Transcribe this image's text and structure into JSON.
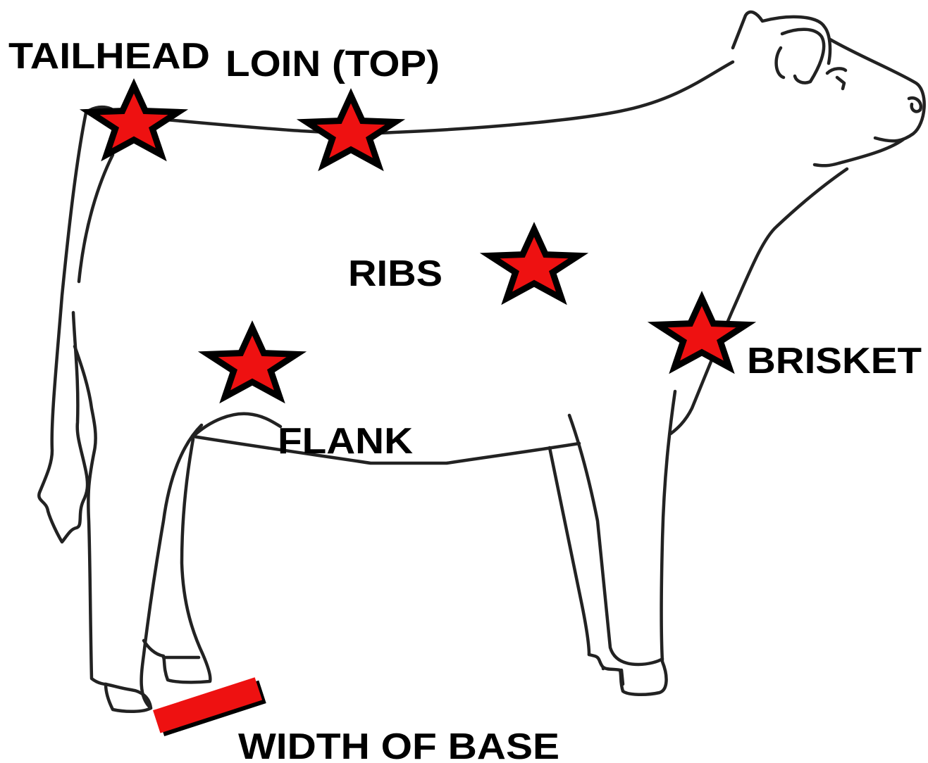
{
  "labels": {
    "tailhead": "TAILHEAD",
    "loin": "LOIN (TOP)",
    "ribs": "RIBS",
    "brisket": "BRISKET",
    "flank": "FLANK",
    "width_of_base": "WIDTH OF BASE"
  },
  "colors": {
    "marker_fill": "#ee1111",
    "marker_outline": "#000000",
    "line": "#222222",
    "text": "#000000",
    "background": "#ffffff"
  }
}
